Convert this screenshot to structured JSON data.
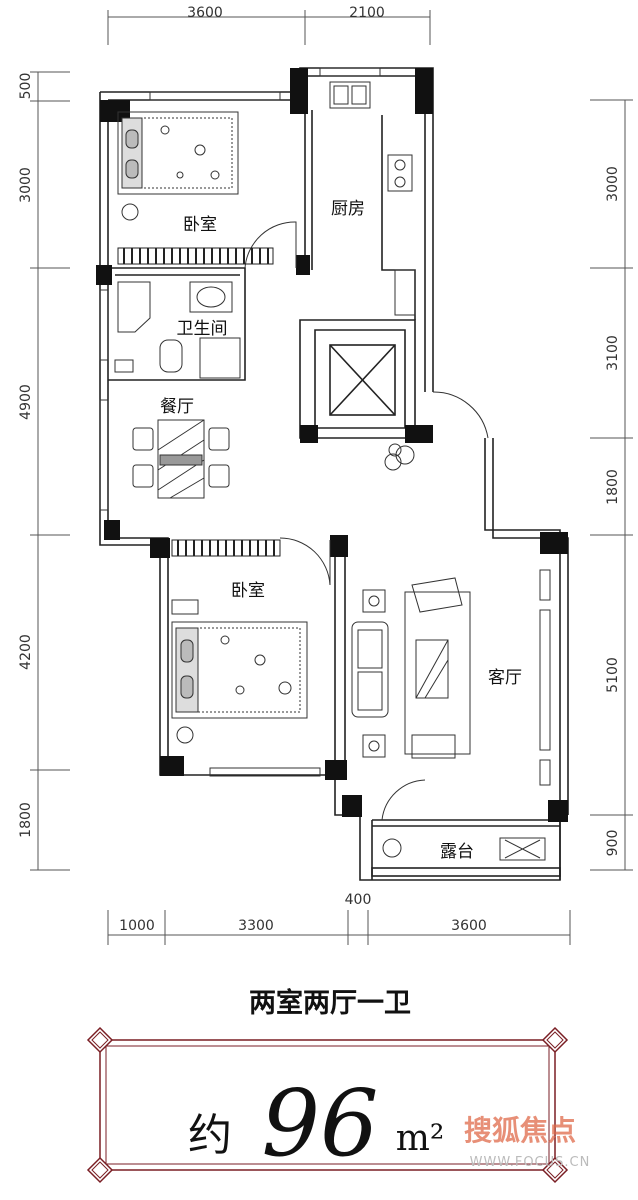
{
  "dimensions": {
    "top": [
      "3600",
      "2100"
    ],
    "bottom": [
      "1000",
      "3300",
      "3600"
    ],
    "bottom_extra": "400",
    "left": [
      "500",
      "3000",
      "4900",
      "4200",
      "1800"
    ],
    "right": [
      "3000",
      "3100",
      "1800",
      "5100",
      "900"
    ]
  },
  "rooms": {
    "bedroom_top": "卧室",
    "kitchen": "厨房",
    "bathroom": "卫生间",
    "dining": "餐厅",
    "bedroom_bottom": "卧室",
    "living": "客厅",
    "balcony": "露台"
  },
  "layout_title": "两室两厅一卫",
  "area": {
    "prefix": "约",
    "value": "96",
    "unit": "m²"
  },
  "watermark": {
    "brand": "搜狐焦点",
    "url": "WWW.FOCUS.CN"
  },
  "colors": {
    "frame": "#7a1e24",
    "wall": "#111111",
    "watermark": "#e06a4a"
  }
}
